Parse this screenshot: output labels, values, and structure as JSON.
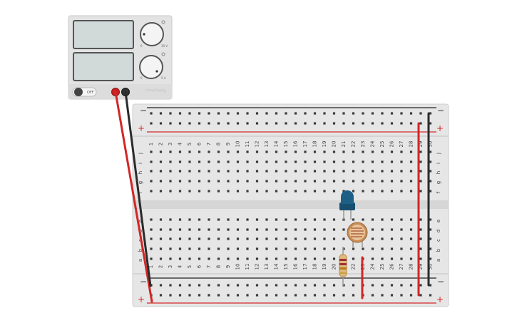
{
  "colors": {
    "board": "#e6e6e6",
    "board_edge": "#cfcfcf",
    "hole": "#3a3a3a",
    "rail_red": "#d42a2a",
    "rail_black": "#222222",
    "wire_red": "#d32626",
    "wire_black": "#2b2b2b",
    "psu_body": "#e3e3e3",
    "screen": "#d2d9d9",
    "led": "#1d5f85",
    "ldr": "#c98c55",
    "resistor": "#e0b87a"
  },
  "icons": [
    "power-switch-icon",
    "knob-icon",
    "led-icon",
    "photoresistor-icon",
    "resistor-icon"
  ],
  "psu": {
    "switch_label": "OFF",
    "knob1_max": "30 V",
    "knob2_max": "5 A",
    "knob_min": "0",
    "brand": "Virtual Supply",
    "voltage_display": "",
    "current_display": ""
  },
  "breadboard": {
    "rail_minus": "−",
    "rail_plus": "+",
    "top_rows": [
      "j",
      "i",
      "h",
      "g",
      "f"
    ],
    "bottom_rows": [
      "e",
      "d",
      "c",
      "b",
      "a"
    ],
    "columns": [
      "1",
      "2",
      "3",
      "4",
      "5",
      "6",
      "7",
      "8",
      "9",
      "10",
      "11",
      "12",
      "13",
      "14",
      "15",
      "16",
      "17",
      "18",
      "19",
      "20",
      "21",
      "22",
      "23",
      "24",
      "25",
      "26",
      "27",
      "28",
      "29",
      "30"
    ]
  }
}
